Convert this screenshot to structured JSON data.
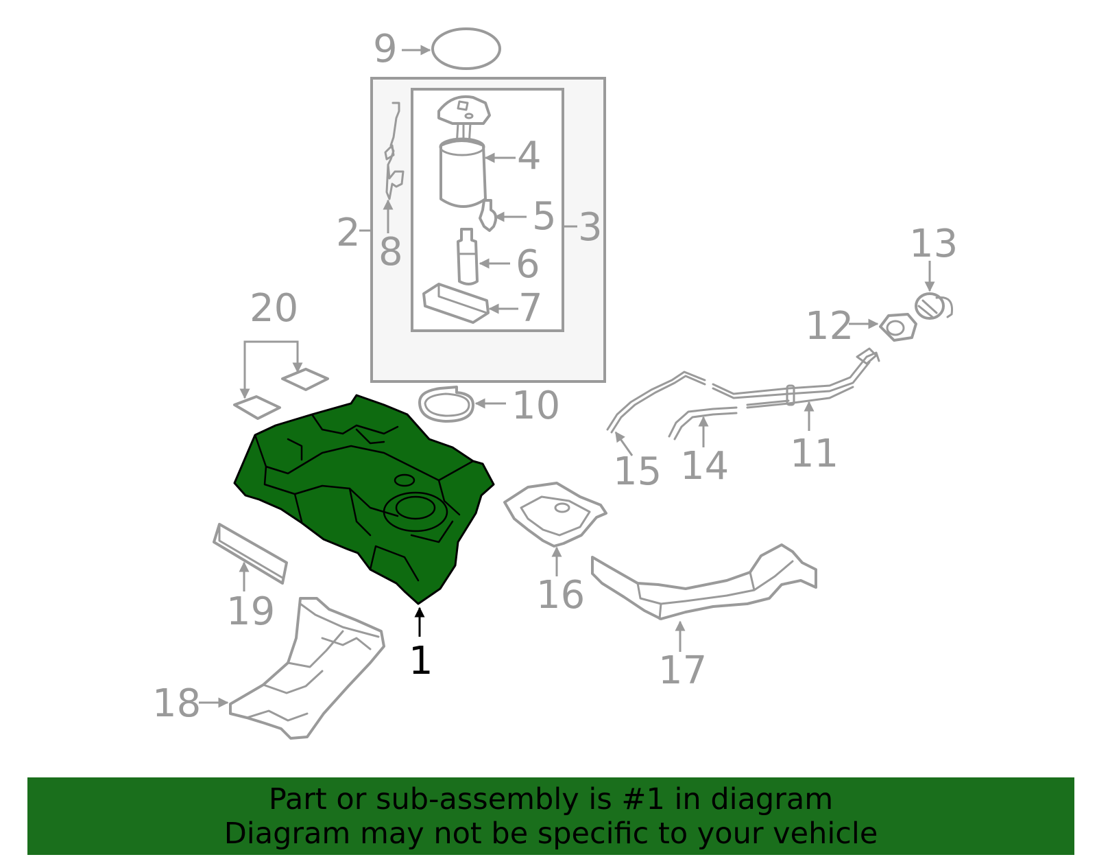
{
  "diagram": {
    "colors": {
      "highlight_fill": "#0e6b10",
      "line_gray": "#9a9a9a",
      "banner_bg": "#1a6f1c",
      "assembly_box_bg": "#f6f6f6"
    },
    "highlighted_part": "1",
    "callouts": [
      "1",
      "2",
      "3",
      "4",
      "5",
      "6",
      "7",
      "8",
      "9",
      "10",
      "11",
      "12",
      "13",
      "14",
      "15",
      "16",
      "17",
      "18",
      "19",
      "20"
    ]
  },
  "banner": {
    "line1": "Part or sub-assembly is #1 in diagram",
    "line2": "Diagram may not be specific to your vehicle"
  }
}
